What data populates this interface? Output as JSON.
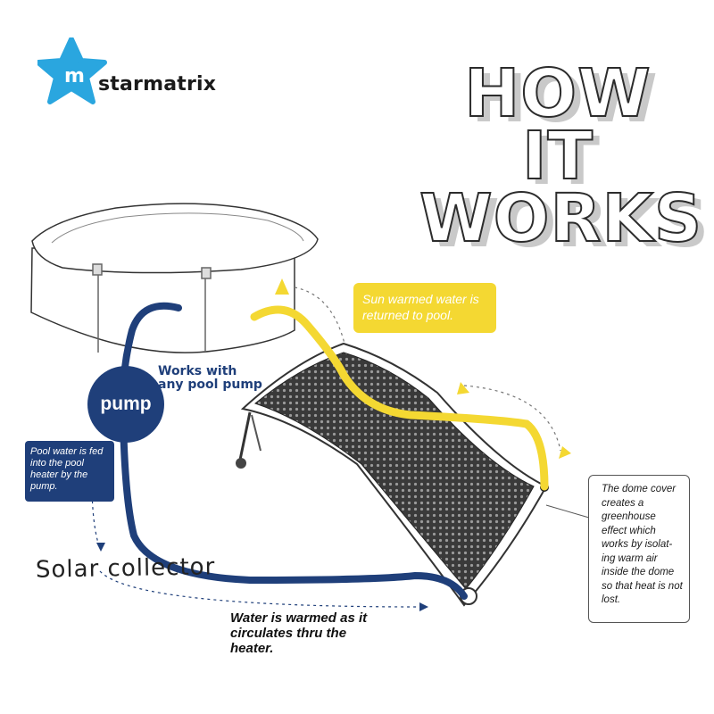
{
  "brand": {
    "name": "starmatrix",
    "colors": {
      "star": "#2aa6df",
      "navy": "#1f3f7a",
      "yellow": "#f4d832"
    }
  },
  "headline": {
    "line1": "HOW IT",
    "line2": "WORKS"
  },
  "labels": {
    "pump": "pump",
    "works_with": [
      "Works with",
      "any pool pump"
    ],
    "fed": "Pool water is fed into the pool heater by the pump.",
    "sun": "Sun warmed water is returned to pool.",
    "dome": "The dome cover creates a greenhouse effect which works by isolat-ing warm air inside the dome so that heat is not lost.",
    "solar": "Solar collector",
    "warmed": "Water is warmed as it circulates thru the heater."
  },
  "icons": [
    "star-logo-icon",
    "flow-arrow-icon"
  ]
}
